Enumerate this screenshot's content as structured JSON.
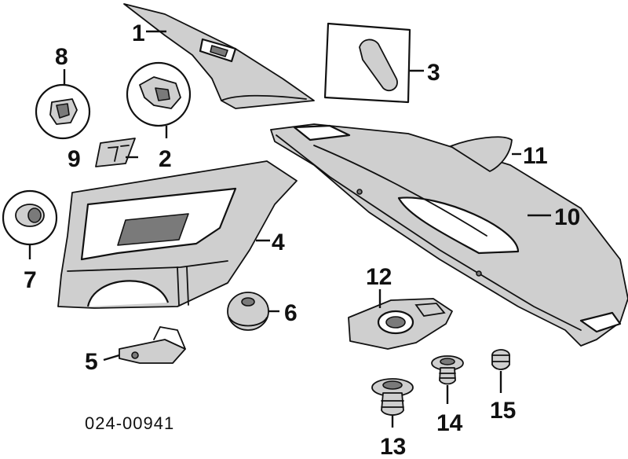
{
  "diagram": {
    "drawing_code": "024-00941",
    "callouts": [
      "1",
      "2",
      "3",
      "4",
      "5",
      "6",
      "7",
      "8",
      "9",
      "10",
      "11",
      "12",
      "13",
      "14",
      "15"
    ]
  },
  "colors": {
    "line": "#111111",
    "shade": "#cfcfcf",
    "dark": "#7a7a7a",
    "background": "#ffffff"
  }
}
